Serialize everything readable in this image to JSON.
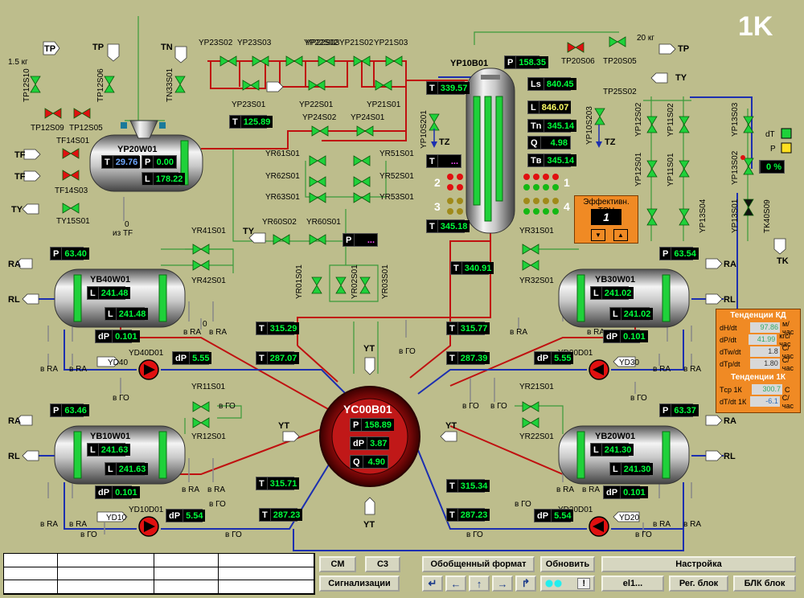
{
  "title": "1K",
  "reactor": {
    "name": "YC00B01",
    "p": "158.89",
    "dp": "3.87",
    "q": "4.90"
  },
  "pressurizer": {
    "name": "YP10B01",
    "p": "158.35",
    "ls": "840.45",
    "t_top": "339.57",
    "l": "846.07",
    "tn": "345.14",
    "q": "4.98",
    "tv": "345.14",
    "t_bottom": "345.18",
    "t_empty": "...",
    "digits": {
      "one": "1",
      "two": "2",
      "three": "3",
      "four": "4"
    }
  },
  "bubbler": {
    "name": "YP20W01",
    "t": "29.76",
    "p": "0.00",
    "l": "178.22",
    "t_pipe": "125.89"
  },
  "sg": [
    {
      "id": "YB40W01",
      "l1": "241.48",
      "l2": "241.48",
      "p": "63.40",
      "dp": "0.101",
      "pump": "YD40D01",
      "pump_dp": "5.55",
      "pump_label": "YD40",
      "t_hot": "315.29",
      "t_cold": "287.07"
    },
    {
      "id": "YB30W01",
      "l1": "241.02",
      "l2": "241.02",
      "p": "63.54",
      "dp": "0.101",
      "pump": "YD30D01",
      "pump_dp": "5.55",
      "pump_label": "YD30",
      "t_hot": "315.77",
      "t_cold": "287.39"
    },
    {
      "id": "YB10W01",
      "l1": "241.63",
      "l2": "241.63",
      "p": "63.46",
      "dp": "0.101",
      "pump": "YD10D01",
      "pump_dp": "5.54",
      "pump_label": "YD10",
      "t_hot": "315.71",
      "t_cold": "287.23"
    },
    {
      "id": "YB20W01",
      "l1": "241.30",
      "l2": "241.30",
      "p": "63.37",
      "dp": "0.101",
      "pump": "YD20D01",
      "pump_dp": "5.54",
      "pump_label": "YD20",
      "t_hot": "315.34",
      "t_cold": "287.23"
    }
  ],
  "misc": {
    "t_340": "340.91",
    "p_dots": "...",
    "pct": "0 %",
    "dT": "dT",
    "P": "P"
  },
  "valves": {
    "yp23s02": "YP23S02",
    "yp23s03": "YP23S03",
    "yp22s02": "YP22S02",
    "yp22s03": "YP22S03",
    "yp21s02": "YP21S02",
    "yp21s03": "YP21S03",
    "yp23s01": "YP23S01",
    "yp22s01": "YP22S01",
    "yp21s01": "YP21S01",
    "yp24s02": "YP24S02",
    "yp24s01": "YP24S01",
    "yr61s01": "YR61S01",
    "yr62s01": "YR62S01",
    "yr63s01": "YR63S01",
    "yr51s01": "YR51S01",
    "yr52s01": "YR52S01",
    "yr53s01": "YR53S01",
    "yr60s02": "YR60S02",
    "yr60s01": "YR60S01",
    "yr41s01": "YR41S01",
    "yr42s01": "YR42S01",
    "yr31s01": "YR31S01",
    "yr32s01": "YR32S01",
    "yr01s01": "YR01S01",
    "yr02s01": "YR02S01",
    "yr03s01": "YR03S01",
    "yr11s01": "YR11S01",
    "yr12s01": "YR12S01",
    "yr21s01": "YR21S01",
    "yr22s01": "YR22S01",
    "tp12s10": "TP12S10",
    "tp12s06": "TP12S06",
    "tn33s01": "TN33S01",
    "tp12s09": "TP12S09",
    "tp12s05": "TP12S05",
    "tf14s01": "TF14S01",
    "tf14s03": "TF14S03",
    "ty15s01": "TY15S01",
    "tp20s06": "TP20S06",
    "tp20s05": "TP20S05",
    "tp25s02": "TP25S02",
    "yp10s201": "YP10S201",
    "yp10s203": "YP10S203",
    "yp12s02": "YP12S02",
    "yp11s02": "YP11S02",
    "yp13s03": "YP13S03",
    "yp12s01": "YP12S01",
    "yp11s01": "YP11S01",
    "yp13s02": "YP13S02",
    "yp13s04": "YP13S04",
    "yp13s01": "YP13S01",
    "tk40s09": "TK40S09"
  },
  "labels": {
    "tp": "TP",
    "tn": "TN",
    "tf": "TF",
    "ty": "TY",
    "tz": "TZ",
    "tk": "TK",
    "ra": "RA",
    "rl": "RL",
    "yt": "YT",
    "kg15": "1.5 кг",
    "kg20": "20 кг",
    "zero": "0",
    "v_ra": "в RA",
    "v_go": "в ГО",
    "iz_tf": "из TF"
  },
  "efficiency": {
    "title": "Эффективн. ТЭН",
    "value": "1"
  },
  "trends_kd": {
    "title": "Тенденции КД",
    "rows": [
      {
        "name": "dH/dt",
        "value": "97.86",
        "unit": "м/час"
      },
      {
        "name": "dP/dt",
        "value": "41.99",
        "unit": "кгс/час"
      },
      {
        "name": "dTw/dt",
        "value": "1.8",
        "unit": "С/час"
      },
      {
        "name": "dTp/dt",
        "value": "1.80",
        "unit": "С/час"
      }
    ]
  },
  "trends_1k": {
    "title": "Тенденции 1К",
    "rows": [
      {
        "name": "Tср 1К",
        "value": "300.7",
        "unit": "С"
      },
      {
        "name": "dT/dt 1К",
        "value": "-6.1",
        "unit": "С/час"
      }
    ]
  },
  "buttons": {
    "cm": "СМ",
    "c3": "С3",
    "signals": "Сигнализации",
    "general": "Обобщенный формат",
    "refresh": "Обновить",
    "settings": "Настройка",
    "el1": "el1...",
    "reg": "Рег. блок",
    "blk": "БЛК блок",
    "excl": "!"
  }
}
